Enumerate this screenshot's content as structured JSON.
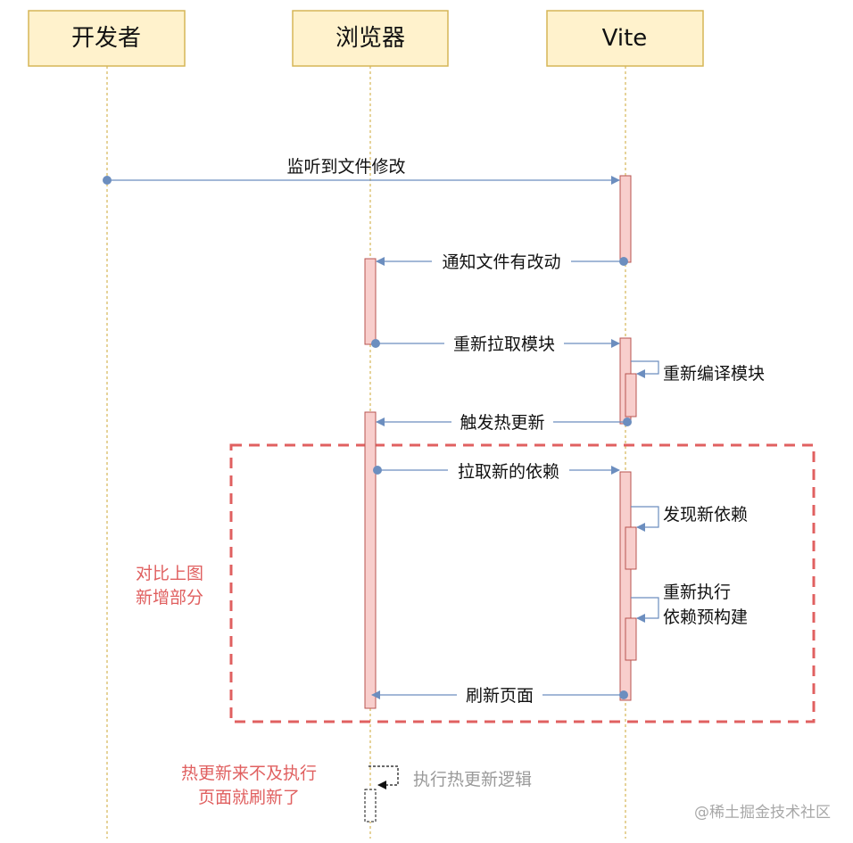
{
  "actors": {
    "developer": "开发者",
    "browser": "浏览器",
    "vite": "Vite"
  },
  "messages": {
    "m1": "监听到文件修改",
    "m2": "通知文件有改动",
    "m3": "重新拉取模块",
    "m4": "重新编译模块",
    "m5": "触发热更新",
    "m6": "拉取新的依赖",
    "m7": "发现新依赖",
    "m8_line1": "重新执行",
    "m8_line2": "依赖预构建",
    "m9": "刷新页面",
    "m10": "执行热更新逻辑"
  },
  "notes": {
    "compare_line1": "对比上图",
    "compare_line2": "新增部分",
    "race_line1": "热更新来不及执行",
    "race_line2": "页面就刷新了"
  },
  "watermark": "@稀土掘金技术社区",
  "colors": {
    "actor_fill": "#fff2cc",
    "actor_stroke": "#d6b656",
    "activation_fill": "#f8cecc",
    "activation_stroke": "#b85450",
    "arrow": "#6c8ebf",
    "highlight": "#e06060",
    "lifeline": "#d6b656"
  }
}
